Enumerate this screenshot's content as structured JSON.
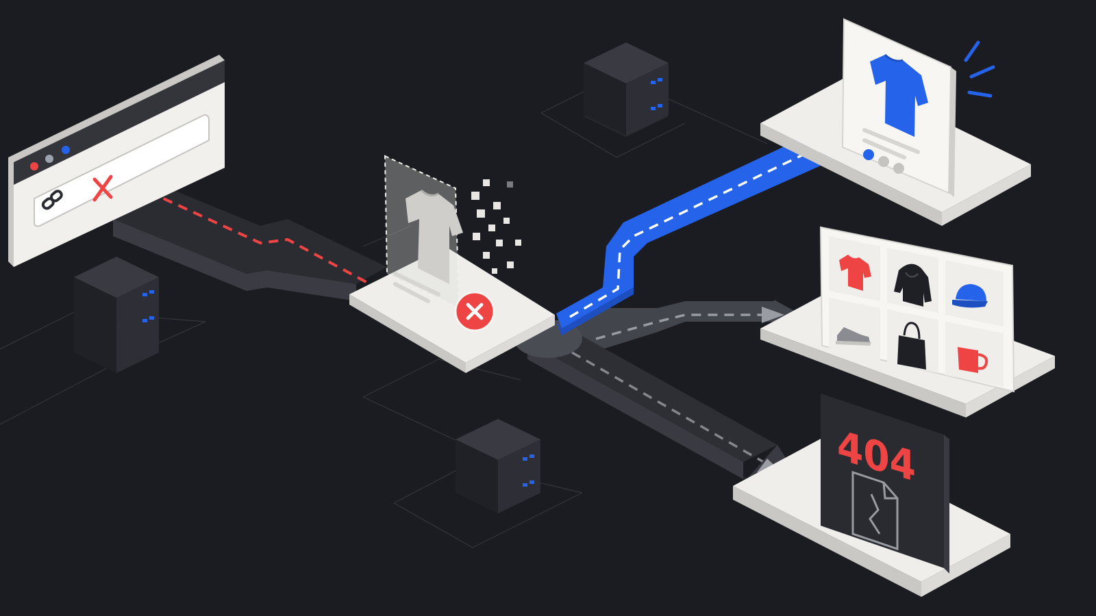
{
  "diagram": {
    "nodes": {
      "browser_window": {
        "traffic_lights": [
          "red",
          "gray",
          "blue"
        ],
        "url_icon": "link-icon",
        "status_icon": "broken-x-icon"
      },
      "removed_product": {
        "icon": "tshirt-icon",
        "status_icon": "remove-x-icon",
        "state": "dissolving"
      },
      "similar_product": {
        "icon": "tshirt-icon",
        "color": "#2563eb"
      },
      "category_grid": {
        "items": [
          "tshirt-icon",
          "hoodie-icon",
          "cap-icon",
          "sneaker-icon",
          "tote-bag-icon",
          "mug-icon"
        ]
      },
      "not_found_page": {
        "code": "404",
        "icon": "broken-file-icon"
      }
    },
    "paths": [
      {
        "from": "browser_window",
        "to": "removed_product",
        "style": "dashed-red"
      },
      {
        "from": "removed_product",
        "to": "similar_product",
        "style": "dashed-blue",
        "highlighted": true
      },
      {
        "from": "removed_product",
        "to": "category_grid",
        "style": "dashed-gray"
      },
      {
        "from": "removed_product",
        "to": "not_found_page",
        "style": "dashed-gray"
      }
    ]
  },
  "colors": {
    "background": "#1b1c21",
    "accent_blue": "#2563eb",
    "accent_red": "#ef4444",
    "path_gray": "#4b4d55",
    "panel_light": "#f1f0ed"
  }
}
